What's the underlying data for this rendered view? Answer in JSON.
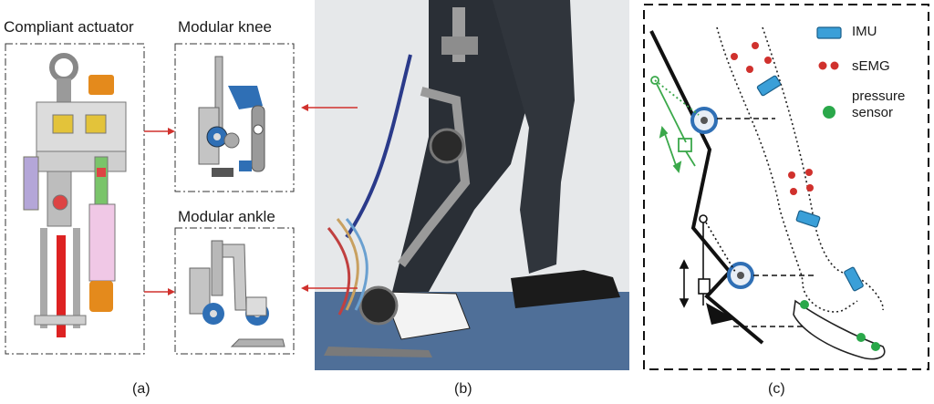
{
  "panel_a": {
    "title": "Compliant actuator",
    "knee_title": "Modular knee",
    "ankle_title": "Modular ankle",
    "caption": "(a)"
  },
  "panel_b": {
    "caption": "(b)"
  },
  "panel_c": {
    "caption": "(c)",
    "legend": [
      {
        "label": "IMU",
        "icon": "imu-rect-icon",
        "color": "#3a9fd8"
      },
      {
        "label": "sEMG",
        "icon": "semg-dots-icon",
        "color": "#d0312d"
      },
      {
        "label": "pressure\nsensor",
        "icon": "pressure-dot-icon",
        "color": "#2aa84a"
      }
    ]
  },
  "colors": {
    "arrow": "#d0312d",
    "joint_blue": "#2f6fb5",
    "imu": "#3a9fd8",
    "semg": "#d0312d",
    "pressure": "#2aa84a",
    "spring_green": "#3aa84a"
  }
}
